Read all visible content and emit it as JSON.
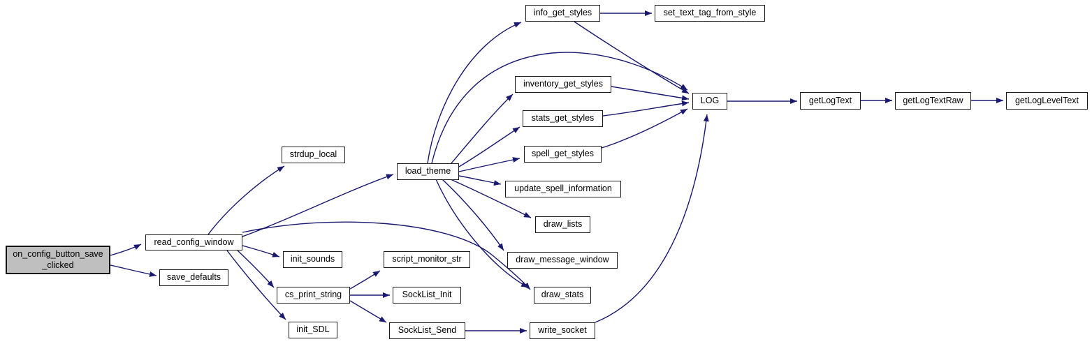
{
  "diagram": {
    "type": "doxygen-call-graph",
    "edge_color": "#191970",
    "node_background": "#ffffff",
    "node_border": "#1c1c1c",
    "highlight_background": "#bfbfbf"
  },
  "nodes": {
    "on_config_button_save_clicked": {
      "label": "on_config_button_save_clicked",
      "line1": "on_config_button_save",
      "line2": "_clicked",
      "highlighted": true
    },
    "read_config_window": {
      "label": "read_config_window"
    },
    "save_defaults": {
      "label": "save_defaults"
    },
    "strdup_local": {
      "label": "strdup_local"
    },
    "load_theme": {
      "label": "load_theme"
    },
    "init_sounds": {
      "label": "init_sounds"
    },
    "cs_print_string": {
      "label": "cs_print_string"
    },
    "init_SDL": {
      "label": "init_SDL"
    },
    "script_monitor_str": {
      "label": "script_monitor_str"
    },
    "SockList_Init": {
      "label": "SockList_Init"
    },
    "SockList_Send": {
      "label": "SockList_Send"
    },
    "write_socket": {
      "label": "write_socket"
    },
    "info_get_styles": {
      "label": "info_get_styles"
    },
    "set_text_tag_from_style": {
      "label": "set_text_tag_from_style"
    },
    "inventory_get_styles": {
      "label": "inventory_get_styles"
    },
    "stats_get_styles": {
      "label": "stats_get_styles"
    },
    "spell_get_styles": {
      "label": "spell_get_styles"
    },
    "update_spell_information": {
      "label": "update_spell_information"
    },
    "draw_lists": {
      "label": "draw_lists"
    },
    "draw_message_window": {
      "label": "draw_message_window"
    },
    "draw_stats": {
      "label": "draw_stats"
    },
    "LOG": {
      "label": "LOG"
    },
    "getLogText": {
      "label": "getLogText"
    },
    "getLogTextRaw": {
      "label": "getLogTextRaw"
    },
    "getLogLevelText": {
      "label": "getLogLevelText"
    }
  },
  "edges": [
    {
      "from": "on_config_button_save_clicked",
      "to": "read_config_window"
    },
    {
      "from": "on_config_button_save_clicked",
      "to": "save_defaults"
    },
    {
      "from": "read_config_window",
      "to": "strdup_local"
    },
    {
      "from": "read_config_window",
      "to": "load_theme"
    },
    {
      "from": "read_config_window",
      "to": "draw_stats"
    },
    {
      "from": "read_config_window",
      "to": "init_sounds"
    },
    {
      "from": "read_config_window",
      "to": "cs_print_string"
    },
    {
      "from": "read_config_window",
      "to": "init_SDL"
    },
    {
      "from": "load_theme",
      "to": "info_get_styles"
    },
    {
      "from": "load_theme",
      "to": "LOG"
    },
    {
      "from": "load_theme",
      "to": "inventory_get_styles"
    },
    {
      "from": "load_theme",
      "to": "stats_get_styles"
    },
    {
      "from": "load_theme",
      "to": "spell_get_styles"
    },
    {
      "from": "load_theme",
      "to": "update_spell_information"
    },
    {
      "from": "load_theme",
      "to": "draw_lists"
    },
    {
      "from": "load_theme",
      "to": "draw_message_window"
    },
    {
      "from": "load_theme",
      "to": "draw_stats"
    },
    {
      "from": "info_get_styles",
      "to": "set_text_tag_from_style"
    },
    {
      "from": "info_get_styles",
      "to": "LOG"
    },
    {
      "from": "inventory_get_styles",
      "to": "LOG"
    },
    {
      "from": "stats_get_styles",
      "to": "LOG"
    },
    {
      "from": "spell_get_styles",
      "to": "LOG"
    },
    {
      "from": "cs_print_string",
      "to": "script_monitor_str"
    },
    {
      "from": "cs_print_string",
      "to": "SockList_Init"
    },
    {
      "from": "cs_print_string",
      "to": "SockList_Send"
    },
    {
      "from": "SockList_Send",
      "to": "write_socket"
    },
    {
      "from": "write_socket",
      "to": "LOG"
    },
    {
      "from": "LOG",
      "to": "getLogText"
    },
    {
      "from": "getLogText",
      "to": "getLogTextRaw"
    },
    {
      "from": "getLogTextRaw",
      "to": "getLogLevelText"
    }
  ]
}
